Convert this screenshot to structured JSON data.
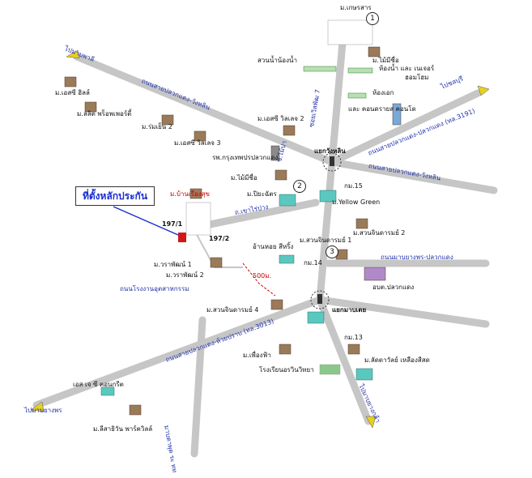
{
  "callout_label": "ที่ตั้งหลักประกัน",
  "number_markers": [
    "1",
    "2",
    "3"
  ],
  "places": {
    "m_kasemsan": "ม.เกษรสาร",
    "suan_ma_nong_nam": "สวนน้ำน้องน้ำ",
    "m_mai_mue": "ม.ไม้มีชื่อ",
    "kanchana_center": "ห้องน้ำ และ เนเจอร์",
    "home_design": "ฮอมโฮม",
    "tong_aek": "ห้องเอก",
    "condo": "และ คอนดรายส คอนโด",
    "m_essi_hills": "ม.เอสซี ฮิลล์",
    "m_lalit": "ม.ลลิต พร็อพเพอร์ตี้",
    "m_romyen": "ม.ร่มเย็น 2",
    "m_essi_villa2": "ม.เอสซี วิลเลจ 2",
    "m_essi_villa3": "ม.เอสซี วิลเลจ 3",
    "hospital": "รพ.กรุงเทพปรปลวกแดง",
    "m_mai_mue2": "ม.ไม้มีชื่อ",
    "m_piyachat": "ม.ปิยะฉัตร",
    "km15": "กม.15",
    "yellow_green": "ม.Yellow Green",
    "m_banrueang": "ม.บ้านเรืองสุข",
    "n197_1": "197/1",
    "n197_2": "197/2",
    "m_warapat1": "ม.วราพัฒน์ 1",
    "m_warapat2": "ม.วราพัฒน์ 2",
    "food_vendor": "อ้านหอย สีหริ้ง",
    "m_suan1": "ม.สวนจินดารมย์ 1",
    "m_suan2": "ม.สวนจินดารมย์ 2",
    "km14": "กม.14",
    "district_office": "อบต.ปลวกแดง",
    "m_suan4": "ม.สวนจินดารมย์ 4",
    "m_pueangfa": "ม.เพื่องฟ้า",
    "school": "โรงเรียนอรวินวิทยา",
    "km13": "กม.13",
    "m_ladawan": "ม.ลัดดาวัลย์ เหลืองสีสด",
    "essi_center": "เอส เจ ซี คอนกรีต",
    "m_lisithin": "ม.ลีสาธิวัน พาร์ควิลล์",
    "junction_kaokrang": "แยกวังหลิน",
    "junction_nikhom": "แยกมาบเตย",
    "dist_label": "500ม."
  },
  "roads": {
    "to_rayong": "ไปมาบพาลี",
    "to_chonburi": "ไปชลบุรี",
    "to_ban_khai": "ไปมาบยางพร",
    "to_south": "ไปมาบยางกล้า",
    "road_pluak_daeng_top": "ถนนสายปลวกแดง-วังหลิน",
    "road_sukhumvit": "ถนนสายปลวกแดง-ปลวกแดง (ทล.3191)",
    "road_pluak_daeng_right": "ถนนสายปลวกแดง-วังหลิน",
    "road_mab_yang": "ถนนมาบยางพร-ปลวกแดง",
    "road_khao_chamao": "ถนนสายปลวกแดง-ห้วยปราบ (ทล.3013)",
    "road_nikhom": "ถนนโรงงานอุตสาหกรรม",
    "road_ma_k7": "ซอยเวิลพัฒ 7",
    "road_mai_pa": "ซ.ไม้ปา",
    "road_kho_ok": "ถ.เขาไร่ปาง",
    "road_mab_tak": "มาบตาพุด ระ ทท"
  },
  "colors": {
    "road": "#c8c8c8",
    "arrow": "#e8d020",
    "label_text": "#2233aa",
    "highlight": "#cc0000"
  }
}
